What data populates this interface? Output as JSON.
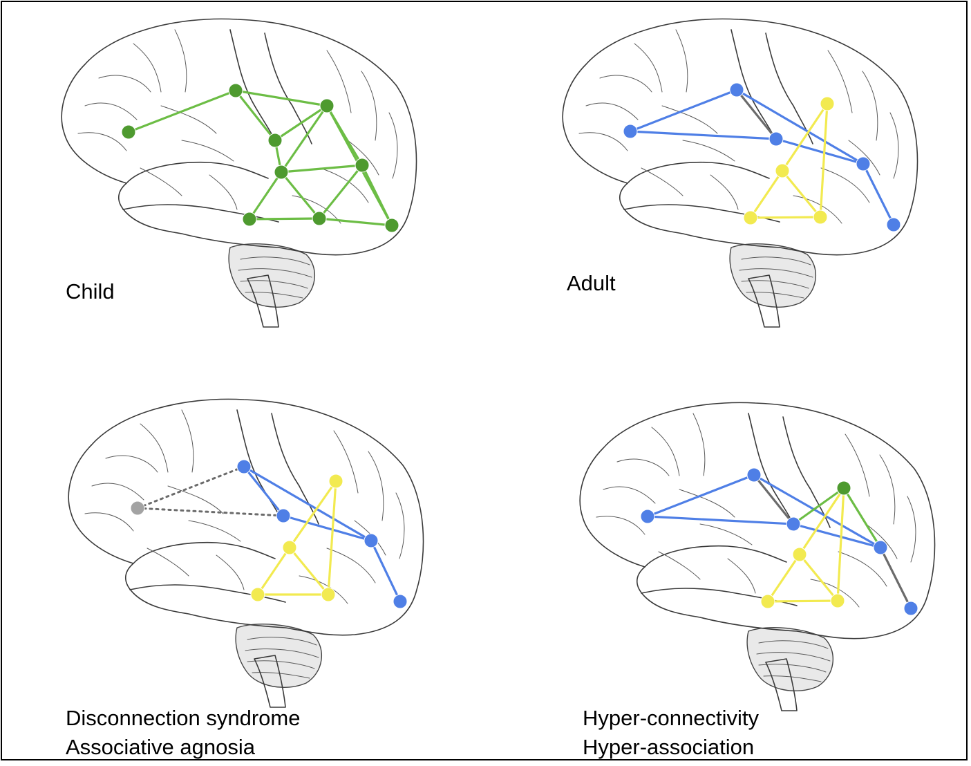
{
  "colors": {
    "green_line": "#6cbd45",
    "green_node": "#4e9a2f",
    "blue": "#4f7fe6",
    "yellow": "#f2ea50",
    "gray_line": "#6b6b6b",
    "gray_node": "#a3a3a3"
  },
  "panels": [
    {
      "id": "child",
      "label_lines": [
        "Child"
      ]
    },
    {
      "id": "adult",
      "label_lines": [
        "Adult"
      ]
    },
    {
      "id": "disconnection",
      "label_lines": [
        "Disconnection syndrome",
        "Associative agnosia"
      ]
    },
    {
      "id": "hyper",
      "label_lines": [
        "Hyper-connectivity",
        "Hyper-association"
      ]
    }
  ]
}
